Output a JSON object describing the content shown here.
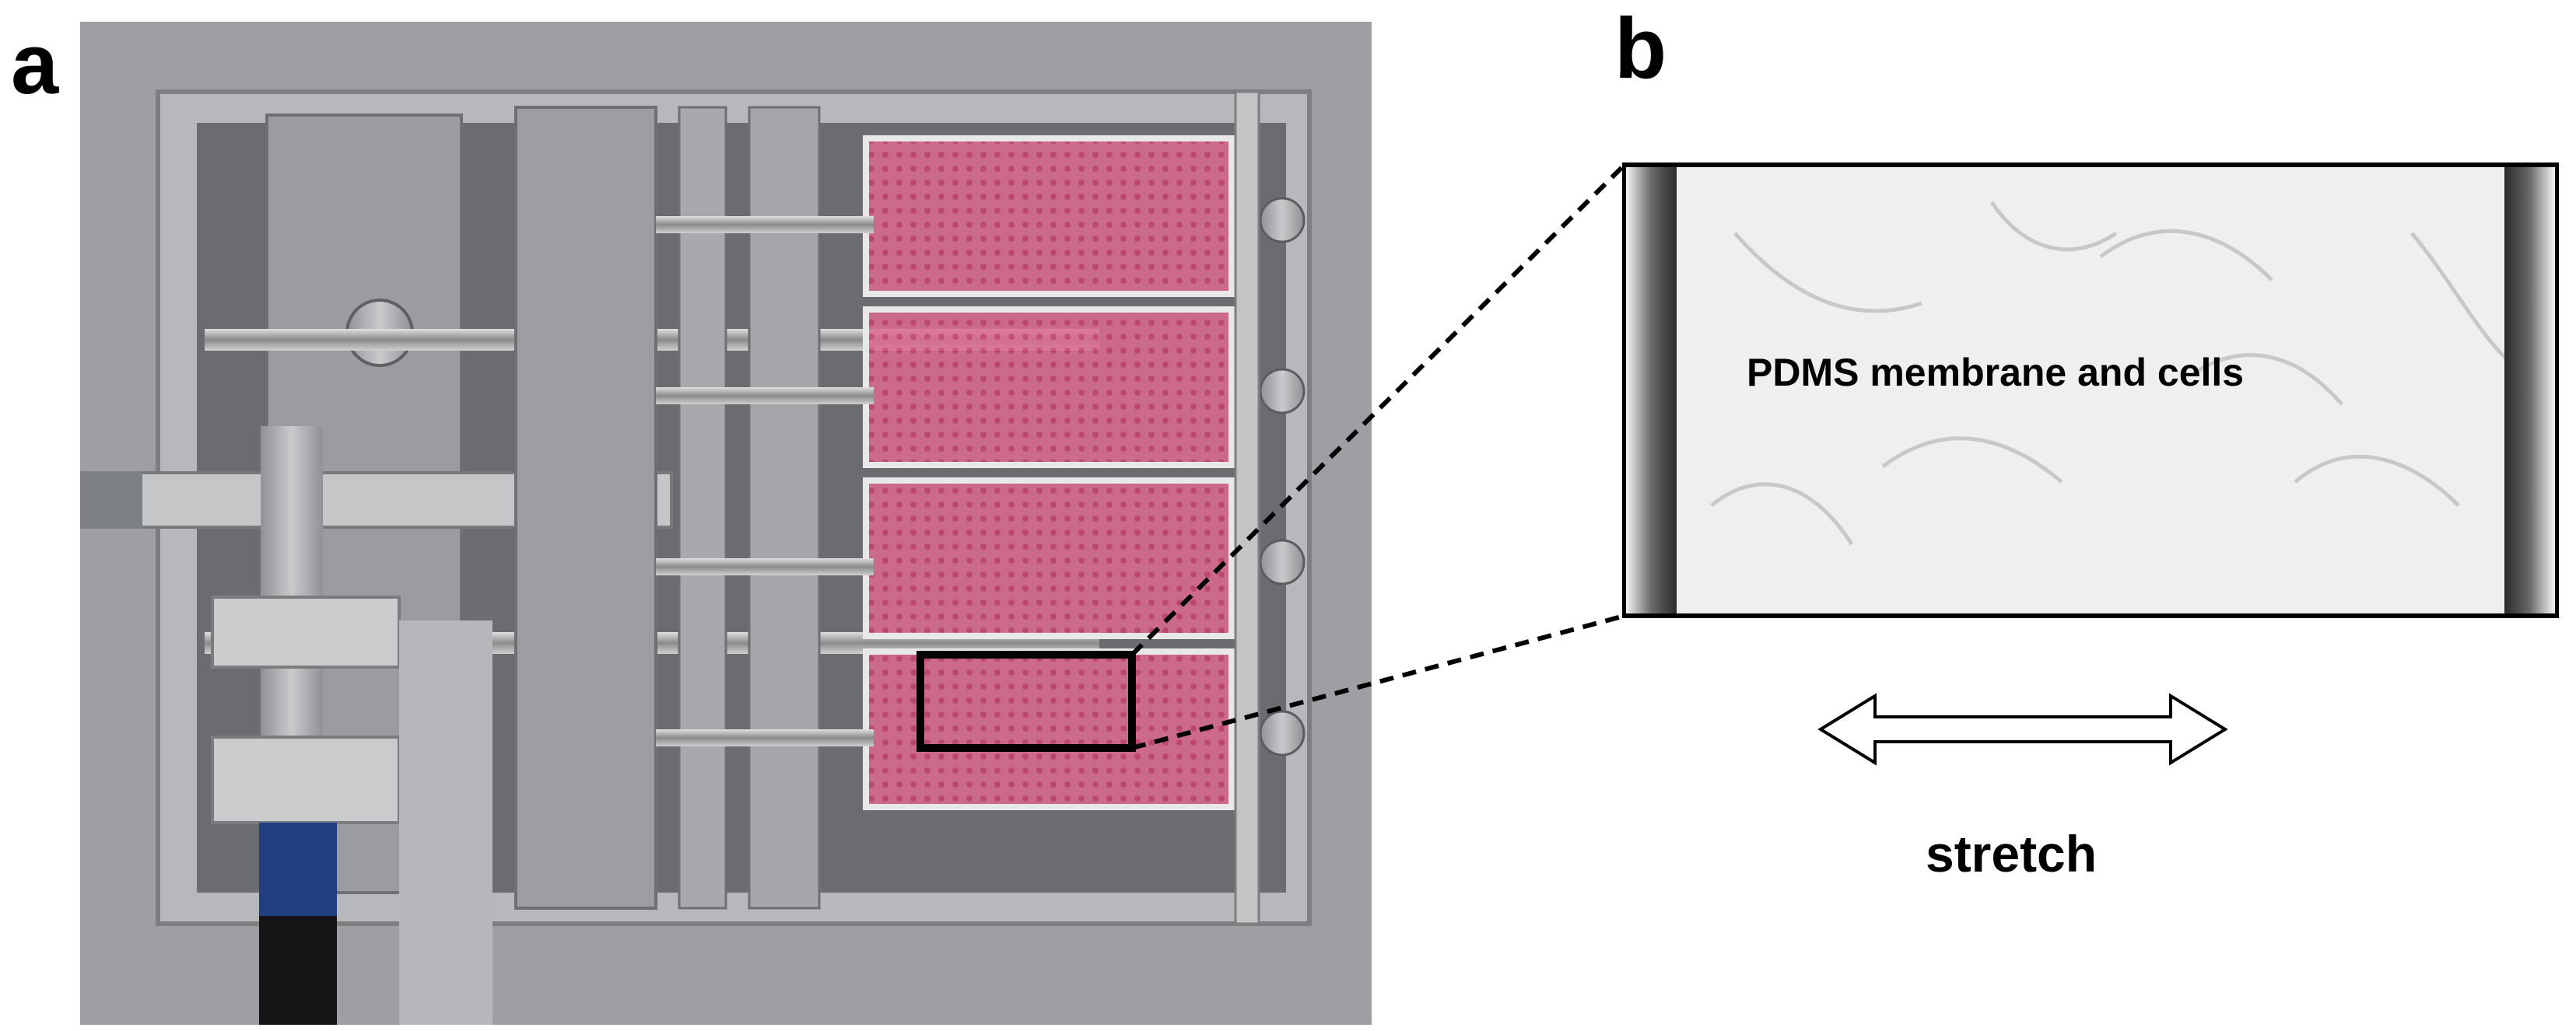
{
  "panels": {
    "a": "a",
    "b": "b"
  },
  "schematic": {
    "membrane_label": "PDMS membrane and cells",
    "arrow_label": "stretch"
  },
  "colors": {
    "medium_pink": "#d9577f",
    "frame_gray": "#a7a9ac",
    "membrane_bg": "#efefef"
  }
}
